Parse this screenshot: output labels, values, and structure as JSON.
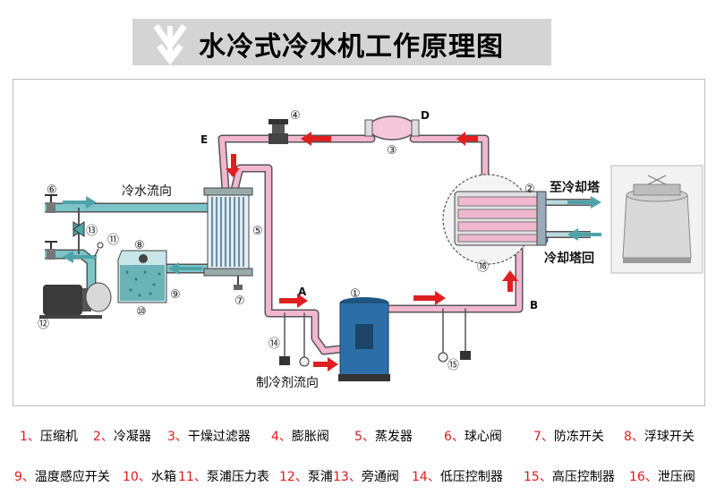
{
  "title": "水冷式冷水机工作原理图",
  "labels": {
    "point_a": "A",
    "point_b": "B",
    "point_d": "D",
    "point_e": "E",
    "chilled_water_flow": "冷水流向",
    "to_cooling_tower": "至冷却塔",
    "from_cooling_tower": "冷却塔回",
    "refrigerant_flow": "制冷剂流向"
  },
  "markers": [
    "①",
    "②",
    "③",
    "④",
    "⑤",
    "⑥",
    "⑦",
    "⑧",
    "⑨",
    "⑩",
    "⑪",
    "⑫",
    "⑬",
    "⑭",
    "⑮",
    "⑯"
  ],
  "legend_row1": [
    {
      "num": "1、",
      "text": "压缩机"
    },
    {
      "num": "2、",
      "text": "冷凝器"
    },
    {
      "num": "3、",
      "text": "干燥过滤器"
    },
    {
      "num": "4、",
      "text": "膨胀阀"
    },
    {
      "num": "5、",
      "text": "蒸发器"
    },
    {
      "num": "6、",
      "text": "球心阀"
    },
    {
      "num": "7、",
      "text": "防冻开关"
    },
    {
      "num": "8、",
      "text": "浮球开关"
    }
  ],
  "legend_row2": [
    {
      "num": "9、",
      "text": "温度感应开关"
    },
    {
      "num": "10、",
      "text": "水箱"
    },
    {
      "num": "11、",
      "text": "泵浦压力表"
    },
    {
      "num": "12、",
      "text": "泵浦"
    },
    {
      "num": "13、",
      "text": "旁通阀"
    },
    {
      "num": "14、",
      "text": "低压控制器"
    },
    {
      "num": "15、",
      "text": "高压控制器"
    },
    {
      "num": "16、",
      "text": "泄压阀"
    }
  ],
  "colors": {
    "refrigerant_pipe": "#f2b6cf",
    "water_pipe": "#4fa3a8",
    "flow_arrow": "#e02020",
    "compressor": "#2c6fa8",
    "legend_number": "#e01b1b"
  }
}
